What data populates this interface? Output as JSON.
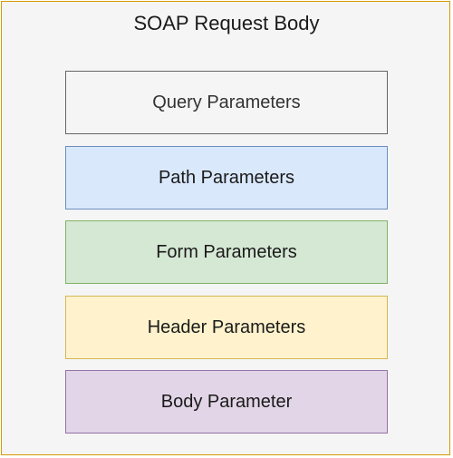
{
  "title": "SOAP Request Body",
  "sections": [
    {
      "label": "Query Parameters",
      "fill": "#f5f5f5",
      "stroke": "#666666"
    },
    {
      "label": "Path Parameters",
      "fill": "#dae8fc",
      "stroke": "#6c8ebf"
    },
    {
      "label": "Form Parameters",
      "fill": "#d5e8d4",
      "stroke": "#82b366"
    },
    {
      "label": "Header Parameters",
      "fill": "#fff2cc",
      "stroke": "#d6b656"
    },
    {
      "label": "Body Parameter",
      "fill": "#e1d5e7",
      "stroke": "#9673a6"
    }
  ],
  "colors": {
    "container_fill": "#f5f5f5",
    "container_stroke": "#d79b00"
  }
}
